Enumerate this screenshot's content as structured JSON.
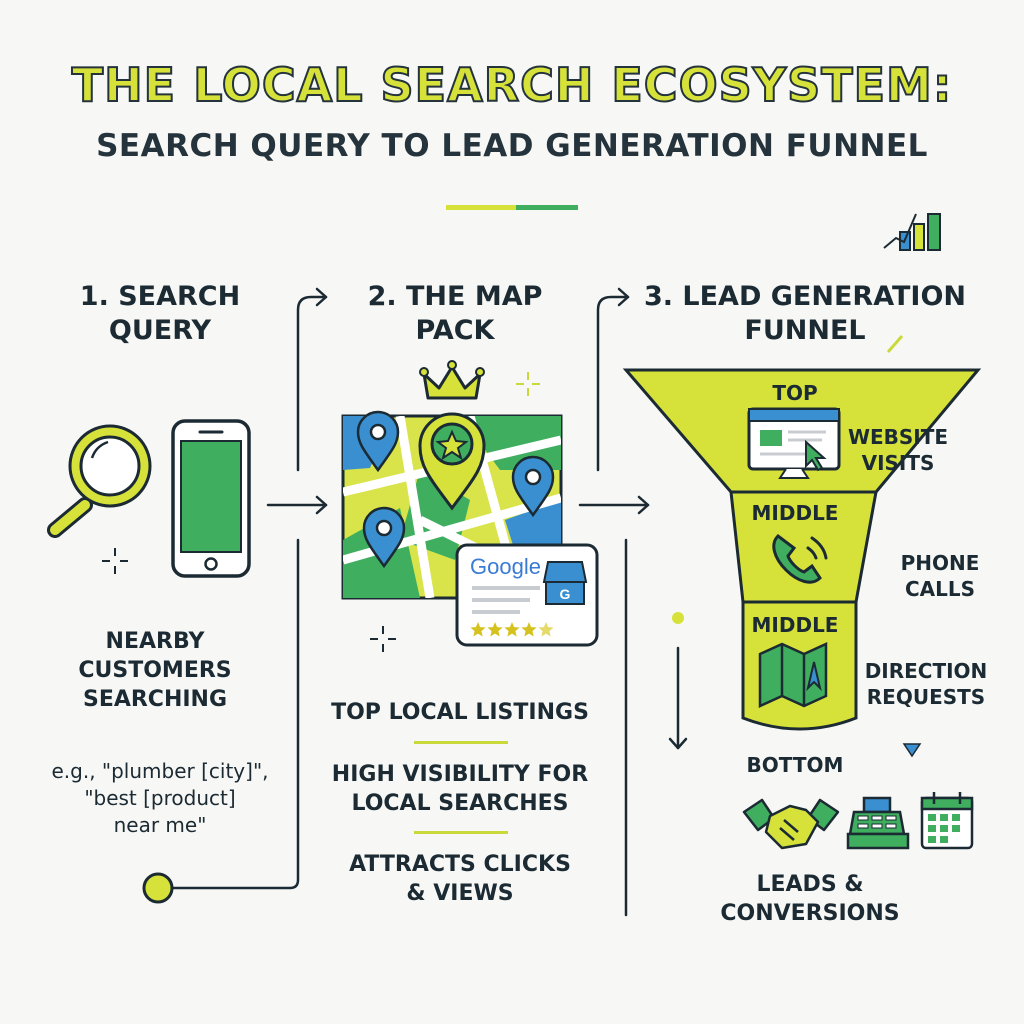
{
  "title": {
    "line1": "THE LOCAL SEARCH ECOSYSTEM:",
    "line2": "SEARCH QUERY TO LEAD GENERATION FUNNEL"
  },
  "colors": {
    "accent_yellow": "#d6e23a",
    "accent_green": "#3fae5f",
    "accent_blue": "#3a8fd0",
    "ink": "#1b2a33"
  },
  "step1": {
    "title_line1": "1. SEARCH",
    "title_line2": "QUERY",
    "caption_lines": [
      "NEARBY",
      "CUSTOMERS",
      "SEARCHING"
    ],
    "example_lines": [
      "e.g., \"plumber [city]\",",
      "\"best [product]",
      "near me\""
    ],
    "icons": [
      "magnifier-icon",
      "smartphone-icon",
      "sparkle-icon"
    ]
  },
  "step2": {
    "title_line1": "2. THE MAP",
    "title_line2": "PACK",
    "card_brand": "Google",
    "card_badge": "G",
    "card_rating_stars": 4.5,
    "benefits": [
      {
        "lines": [
          "TOP LOCAL LISTINGS"
        ]
      },
      {
        "lines": [
          "HIGH VISIBILITY FOR",
          "LOCAL SEARCHES"
        ]
      },
      {
        "lines": [
          "ATTRACTS CLICKS",
          "& VIEWS"
        ]
      }
    ],
    "icons": [
      "crown-icon",
      "map-icon",
      "map-pin-icon",
      "google-listing-card-icon"
    ]
  },
  "step3": {
    "title_line1": "3. LEAD GENERATION",
    "title_line2": "FUNNEL",
    "stages": [
      {
        "label": "TOP",
        "side_lines": [
          "WEBSITE",
          "VISITS"
        ],
        "icon": "monitor-cursor-icon"
      },
      {
        "label": "MIDDLE",
        "side_lines": [
          "PHONE",
          "CALLS"
        ],
        "icon": "phone-icon"
      },
      {
        "label": "MIDDLE",
        "side_lines": [
          "DIRECTION",
          "REQUESTS"
        ],
        "icon": "folded-map-icon"
      }
    ],
    "bottom_label": "BOTTOM",
    "outcome_lines": [
      "LEADS &",
      "CONVERSIONS"
    ],
    "outcome_icons": [
      "handshake-icon",
      "cash-register-icon",
      "calendar-icon"
    ]
  }
}
